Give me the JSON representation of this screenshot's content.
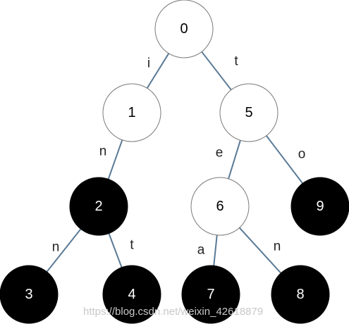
{
  "nodes": [
    {
      "id": "0",
      "label": "0",
      "terminal": false
    },
    {
      "id": "1",
      "label": "1",
      "terminal": false
    },
    {
      "id": "5",
      "label": "5",
      "terminal": false
    },
    {
      "id": "2",
      "label": "2",
      "terminal": true
    },
    {
      "id": "6",
      "label": "6",
      "terminal": false
    },
    {
      "id": "9",
      "label": "9",
      "terminal": true
    },
    {
      "id": "3",
      "label": "3",
      "terminal": true
    },
    {
      "id": "4",
      "label": "4",
      "terminal": true
    },
    {
      "id": "7",
      "label": "7",
      "terminal": true
    },
    {
      "id": "8",
      "label": "8",
      "terminal": true
    }
  ],
  "edges": [
    {
      "from": "0",
      "to": "1",
      "label": "i"
    },
    {
      "from": "0",
      "to": "5",
      "label": "t"
    },
    {
      "from": "1",
      "to": "2",
      "label": "n"
    },
    {
      "from": "5",
      "to": "6",
      "label": "e"
    },
    {
      "from": "5",
      "to": "9",
      "label": "o"
    },
    {
      "from": "2",
      "to": "3",
      "label": "n"
    },
    {
      "from": "2",
      "to": "4",
      "label": "t"
    },
    {
      "from": "6",
      "to": "7",
      "label": "a"
    },
    {
      "from": "6",
      "to": "8",
      "label": "n"
    }
  ],
  "watermark": "https://blog.csdn.net/weixin_42618879",
  "colors": {
    "edge": "#5a7a96",
    "open_fill": "#ffffff",
    "filled": "#000000"
  }
}
